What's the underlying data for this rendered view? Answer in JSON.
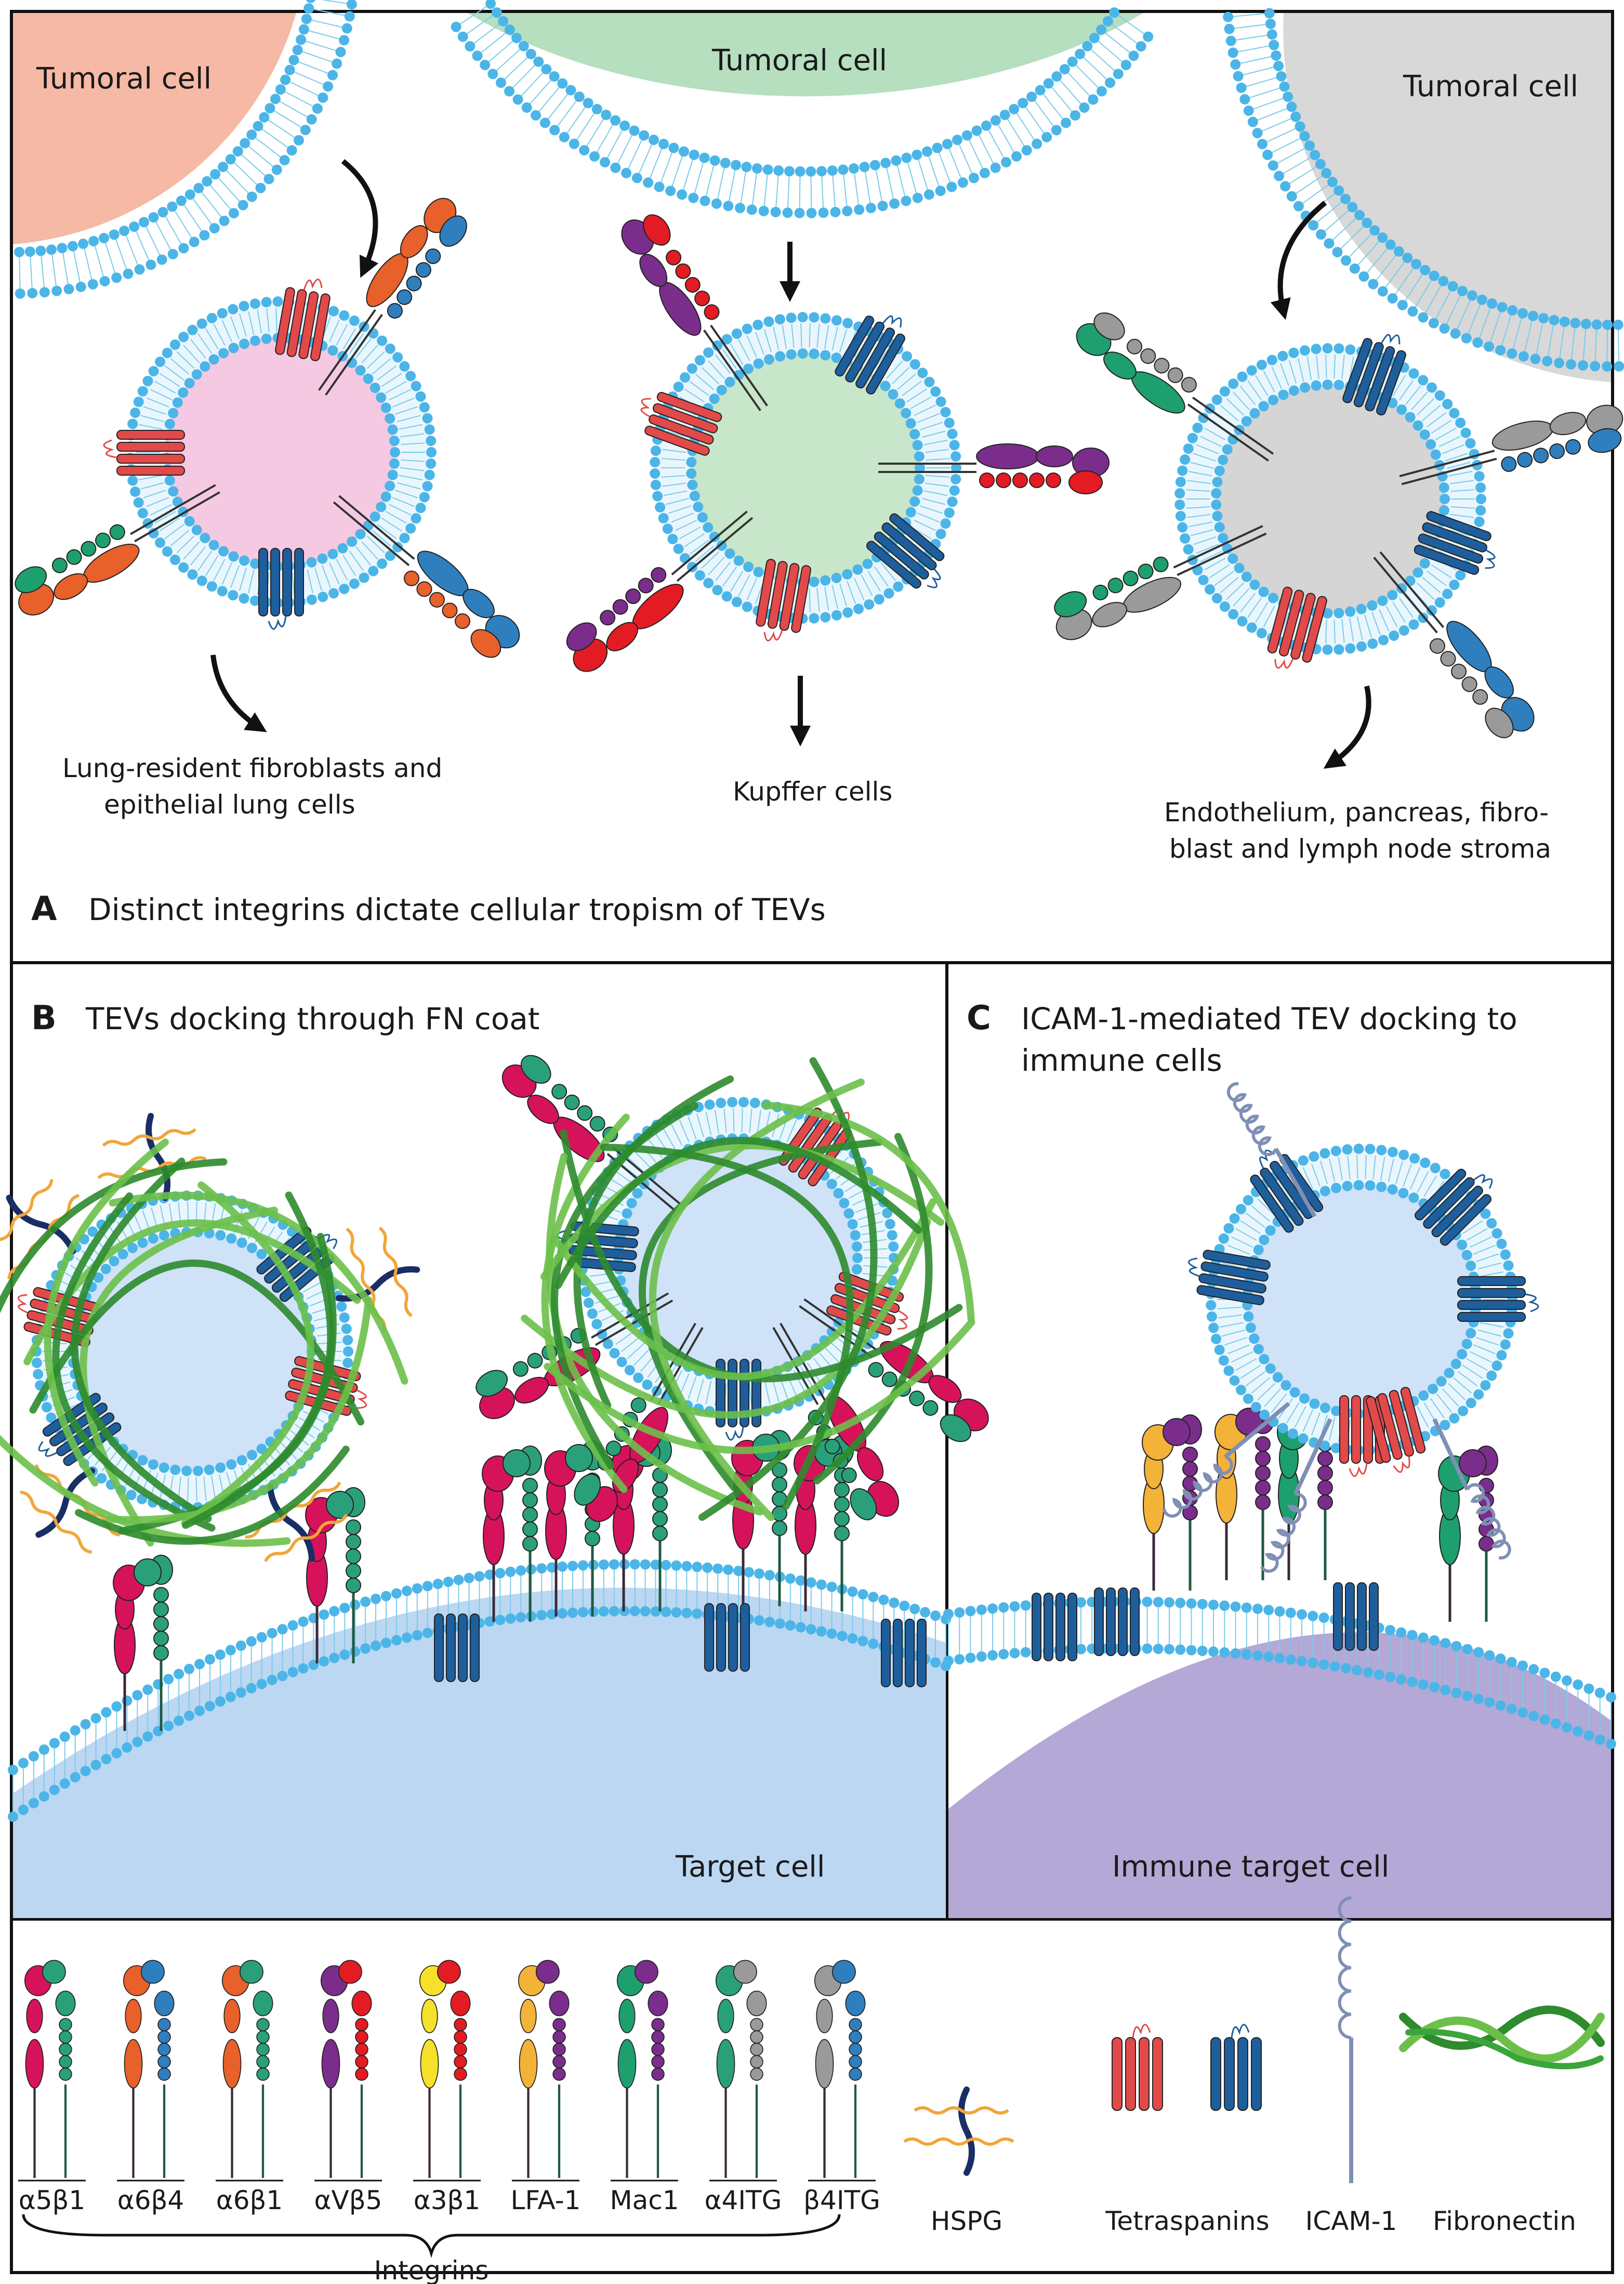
{
  "panel_a": {
    "letter": "A",
    "title": "Distinct integrins dictate cellular tropism of TEVs",
    "tumor_labels": [
      "Tumoral cell",
      "Tumoral cell",
      "Tumoral cell"
    ],
    "targets": [
      [
        "Lung-resident fibroblasts and",
        "epithelial lung cells"
      ],
      [
        "Kupffer cells"
      ],
      [
        "Endothelium, pancreas, fibro-",
        "blast and lymph node stroma"
      ]
    ]
  },
  "panel_b": {
    "letter": "B",
    "title": "TEVs docking through FN coat",
    "target": "Target cell"
  },
  "panel_c": {
    "letter": "C",
    "title_lines": [
      "ICAM-1-mediated TEV docking to",
      "immune cells"
    ],
    "target": "Immune target cell"
  },
  "legend": {
    "integrins": [
      "α5β1",
      "α6β4",
      "α6β1",
      "αVβ5",
      "α3β1",
      "LFA-1",
      "Mac1",
      "α4ITG",
      "β4ITG"
    ],
    "integrins_group": "Integrins",
    "others": [
      "HSPG",
      "Tetraspanins",
      "ICAM-1",
      "Fibronectin"
    ]
  },
  "colors": {
    "membrane": "#4cb5e8",
    "tetraspanin_red": "#e24a4a",
    "tetraspanin_blue": "#1f5e9c",
    "fn_green": "#3aa53a",
    "hspg_orange": "#f2a53a",
    "hspg_core": "#1a2e66",
    "icam": "#7f8fb5",
    "tumor_a": "#f5b9a5",
    "tumor_b": "#b5dfbf",
    "tumor_c": "#d8d8d8",
    "ev_pink": "#f6c9e2",
    "ev_green": "#c8e6c9",
    "ev_grey": "#d5d5d5",
    "ev_blue": "#cfe2f7",
    "target_b": "#bcd7f2",
    "target_c": "#b3a8d6"
  }
}
